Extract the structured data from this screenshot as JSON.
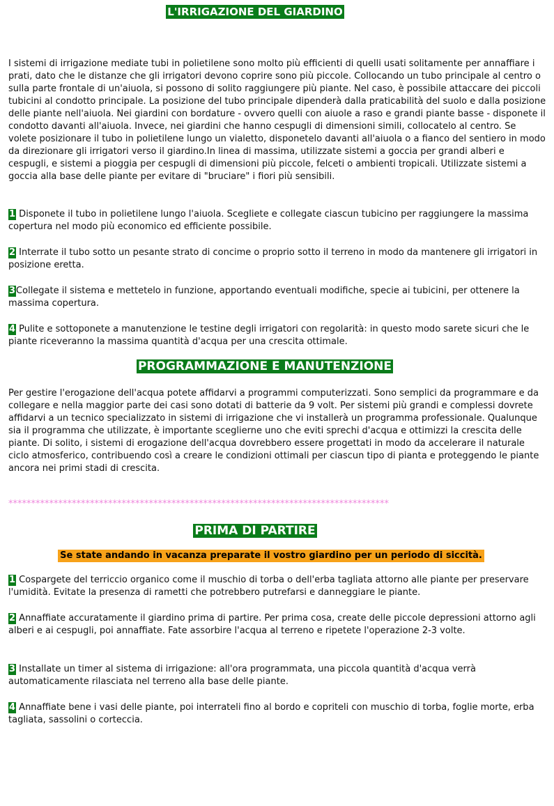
{
  "title": "L'IRRIGAZIONE DEL GIARDINO",
  "intro": "I sistemi di irrigazione mediate tubi in polietilene sono molto più efficienti di quelli usati solitamente per annaffiare i prati, dato che le distanze che gli irrigatori devono coprire sono più piccole. Collocando un tubo principale al centro o sulla parte frontale di un'aiuola, si possono di solito raggiungere più piante. Nel caso, è possibile attaccare dei piccoli tubicini al condotto principale. La posizione del tubo principale dipenderà dalla praticabilità del suolo e dalla posizione delle piante nell'aiuola. Nei giardini con bordature - ovvero quelli con aiuole a raso e grandi piante basse - disponete il condotto davanti all'aiuola. Invece, nei giardini che hanno cespugli di dimensioni simili, collocatelo al centro. Se volete posizionare il tubo in polietilene lungo un vialetto, disponetelo davanti all'aiuola o a fianco del sentiero in modo da direzionare gli irrigatori verso il giardino.In linea di massima, utilizzate sistemi a goccia per grandi alberi e cespugli, e sistemi a pioggia per cespugli di dimensioni più piccole, felceti o ambienti tropicali. Utilizzate sistemi a goccia alla base delle piante per evitare di \"bruciare\" i fiori più sensibili.",
  "steps": [
    {
      "num": "1",
      "text": " Disponete il tubo in polietilene lungo l'aiuola. Scegliete e collegate ciascun tubicino per raggiungere la massima copertura nel modo più economico ed efficiente possibile."
    },
    {
      "num": "2",
      "text": " Interrate il tubo sotto un pesante strato di concime o proprio sotto il terreno in modo da mantenere gli irrigatori in posizione eretta."
    },
    {
      "num": "3 ",
      "text": "Collegate il sistema e mettetelo in funzione, apportando eventuali modifiche, specie ai tubicini, per ottenere la massima copertura."
    },
    {
      "num": "4",
      "text": " Pulite e sottoponete a manutenzione le testine degli irrigatori con regolarità: in questo modo sarete sicuri che le piante riceveranno la massima quantità d'acqua per una crescita ottimale."
    }
  ],
  "section2": {
    "heading": "PROGRAMMAZIONE E MANUTENZIONE",
    "text": "Per gestire l'erogazione dell'acqua potete affidarvi a programmi computerizzati. Sono semplici da programmare e da collegare e nella maggior parte dei casi sono dotati di batterie da 9 volt. Per sistemi più grandi e complessi dovrete affidarvi a un tecnico specializzato in sistemi di irrigazione che vi installerà un programma professionale. Qualunque sia il programma che utilizzate, è importante sceglierne uno che eviti sprechi d'acqua e ottimizzi la crescita delle piante. Di solito, i sistemi di erogazione dell'acqua dovrebbero essere progettati in modo da accelerare il naturale ciclo atmosferico, contribuendo così a creare le condizioni ottimali per ciascun tipo di pianta e proteggendo le piante ancora nei primi stadi di crescita."
  },
  "divider": "************************************************************************************",
  "section3": {
    "heading": "PRIMA DI PARTIRE",
    "warning": "Se state andando in vacanza preparate il vostro giardino per un periodo di siccità.",
    "steps": [
      {
        "num": "1",
        "text": " Cospargete del terriccio organico come il muschio di torba o dell'erba tagliata attorno alle piante per preservare l'umidità. Evitate la presenza di rametti che potrebbero putrefarsi e danneggiare le piante."
      },
      {
        "num": "2",
        "text": "  Annaffiate accuratamente il giardino prima di partire. Per prima cosa, create delle piccole depressioni attorno agli alberi e ai cespugli, poi annaffiate. Fate assorbire l'acqua al terreno e ripetete l'operazione 2-3 volte."
      },
      {
        "num": "3",
        "text": " Installate un timer al sistema di irrigazione: all'ora programmata, una piccola quantità d'acqua verrà automaticamente rilasciata nel terreno alla base delle piante."
      },
      {
        "num": "4",
        "text": " Annaffiate bene i vasi delle piante, poi interrateli fino al bordo e copriteli con muschio di torba, foglie morte, erba tagliata, sassolini o corteccia."
      }
    ]
  },
  "colors": {
    "heading_bg": "#0a7c1a",
    "warning_bg": "#f7a21a",
    "divider": "#ee88dd"
  }
}
